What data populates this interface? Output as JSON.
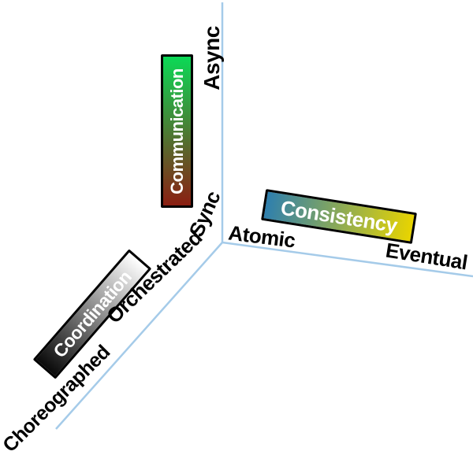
{
  "diagram": {
    "axis_line_color": "#a5cbe9",
    "axes": [
      {
        "id": "communication",
        "bar_label": "Communication",
        "near_label": "Sync",
        "far_label": "Async",
        "gradient_start": "#0bd956",
        "gradient_end": "#8b1f12"
      },
      {
        "id": "consistency",
        "bar_label": "Consistency",
        "near_label": "Atomic",
        "far_label": "Eventual",
        "gradient_start": "#2e7fae",
        "gradient_end": "#e8d400"
      },
      {
        "id": "coordination",
        "bar_label": "Coordination",
        "near_label": "Orchestrated",
        "far_label": "Choreographed",
        "gradient_start": "#0a0a0a",
        "gradient_end": "#ffffff"
      }
    ]
  }
}
